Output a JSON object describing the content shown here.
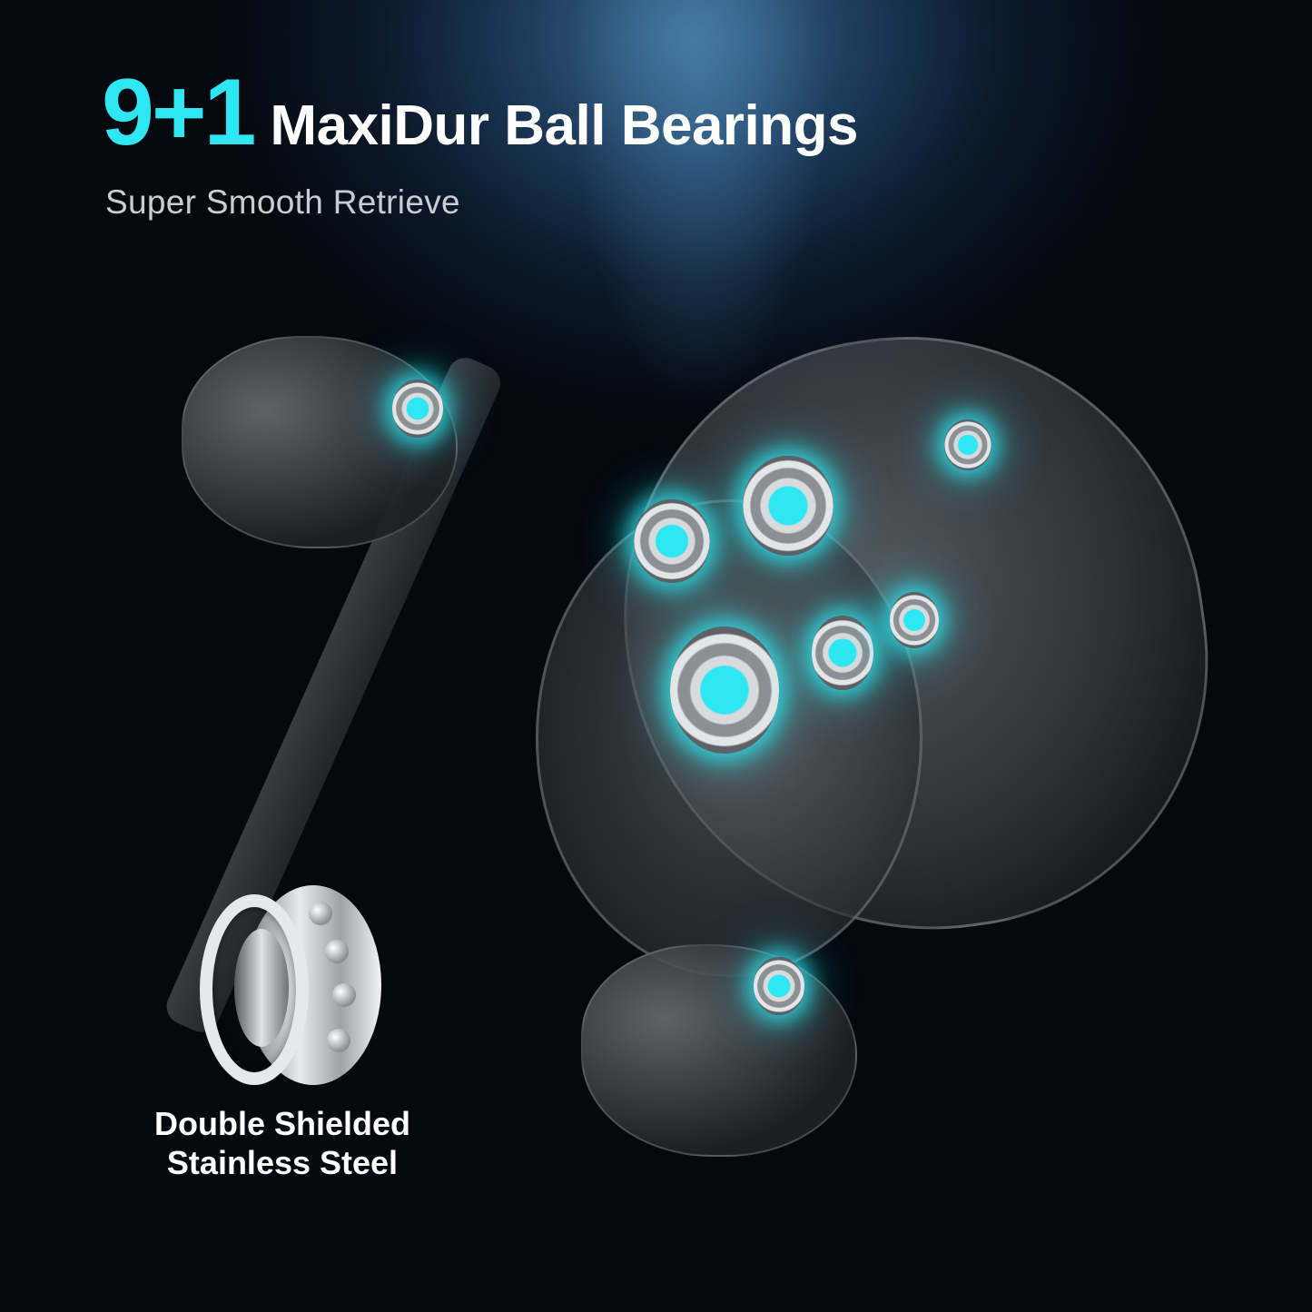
{
  "headline": {
    "number": "9+1",
    "text": "MaxiDur Ball Bearings"
  },
  "subheadline": "Super Smooth Retrieve",
  "inset": {
    "label_line1": "Double Shielded",
    "label_line2": "Stainless Steel"
  },
  "colors": {
    "accent": "#2ee7f2",
    "background": "#04080f",
    "text": "#ffffff",
    "subtext": "#c8cdd3"
  },
  "product": {
    "name": "baitcasting-reel",
    "highlighted_bearings": 10
  }
}
